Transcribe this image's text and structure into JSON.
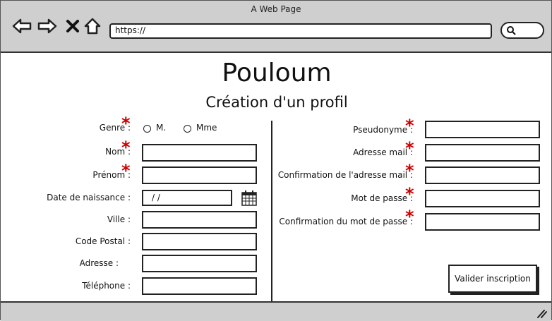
{
  "window": {
    "title": "A Web Page"
  },
  "browser": {
    "url": "https://"
  },
  "page": {
    "title": "Pouloum",
    "subtitle": "Création d'un profil"
  },
  "form_left": {
    "genre_label": "Genre :",
    "genre_options": [
      "M.",
      "Mme"
    ],
    "nom_label": "Nom :",
    "prenom_label": "Prénom :",
    "naissance_label": "Date de naissance :",
    "naissance_value": "/  /",
    "ville_label": "Ville :",
    "cp_label": "Code Postal :",
    "adresse_label": "Adresse :",
    "telephone_label": "Téléphone :"
  },
  "form_right": {
    "pseudo_label": "Pseudonyme :",
    "mail_label": "Adresse mail :",
    "mail_confirm_label": "Confirmation de l'adresse mail :",
    "password_label": "Mot de passe :",
    "password_confirm_label": "Confirmation du mot de passe :"
  },
  "submit_label": "Valider inscription",
  "required_marker": "*",
  "colors": {
    "required": "#cc0000",
    "chrome": "#cfcfcf"
  }
}
